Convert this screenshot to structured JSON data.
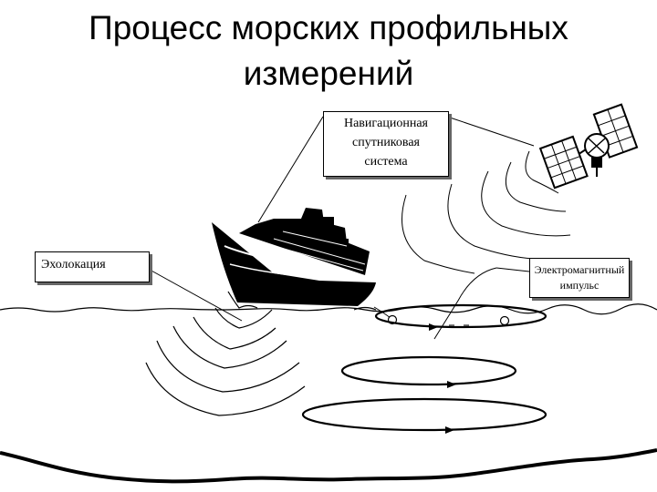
{
  "title": {
    "line1": "Процесс морских профильных",
    "line2": "измерений"
  },
  "labels": {
    "navigation": [
      "Навигационная",
      "спутниковая",
      "система"
    ],
    "echo": "Эхолокация",
    "em_pulse": [
      "Электромагнитный",
      "импульс"
    ]
  },
  "colors": {
    "ink": "#000000",
    "background": "#ffffff",
    "shadow": "#666666"
  }
}
